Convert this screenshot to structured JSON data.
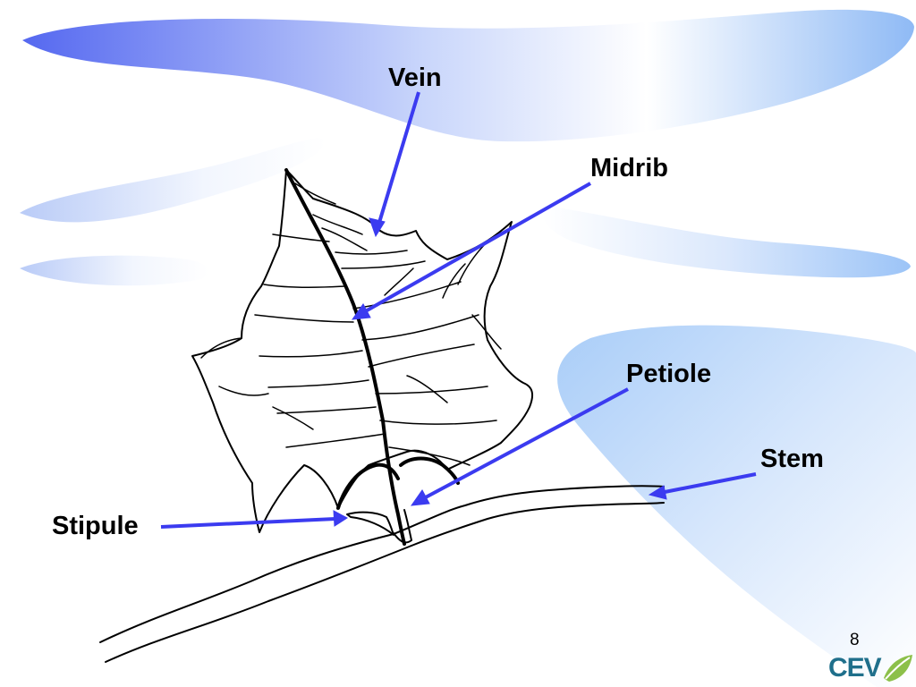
{
  "labels": {
    "vein": "Vein",
    "midrib": "Midrib",
    "petiole": "Petiole",
    "stem": "Stem",
    "stipule": "Stipule"
  },
  "page_number": "8",
  "logo": {
    "text": "CEV"
  },
  "colors": {
    "arrow": "#3b3bf0",
    "label_text": "#000000",
    "background_wave_dark": "#5a6ff0",
    "background_wave_light": "#cfe0fb",
    "logo_teal": "#1f6f8b",
    "logo_green": "#8cc04a"
  }
}
